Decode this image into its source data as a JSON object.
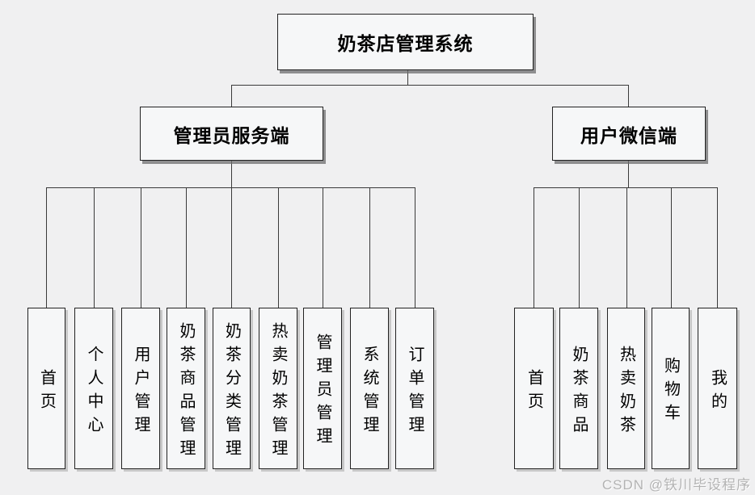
{
  "diagram": {
    "title": "奶茶店管理系统",
    "root_label": "奶茶店管理系统",
    "branches": [
      {
        "label": "管理员服务端",
        "children": [
          "首页",
          "个人中心",
          "用户管理",
          "奶茶商品管理",
          "奶茶分类管理",
          "热卖奶茶管理",
          "管理员管理",
          "系统管理",
          "订单管理"
        ]
      },
      {
        "label": "用户微信端",
        "children": [
          "首页",
          "奶茶商品",
          "热卖奶茶",
          "购物车",
          "我的"
        ]
      }
    ]
  },
  "watermark": {
    "text": "CSDN @铁川毕设程序"
  },
  "colors": {
    "background": "#f0f0f1",
    "box_fill": "#f6f7f8",
    "box_border": "#222222",
    "line": "#3a3a3a",
    "text": "#000000",
    "watermark": "#b3b3b3"
  }
}
